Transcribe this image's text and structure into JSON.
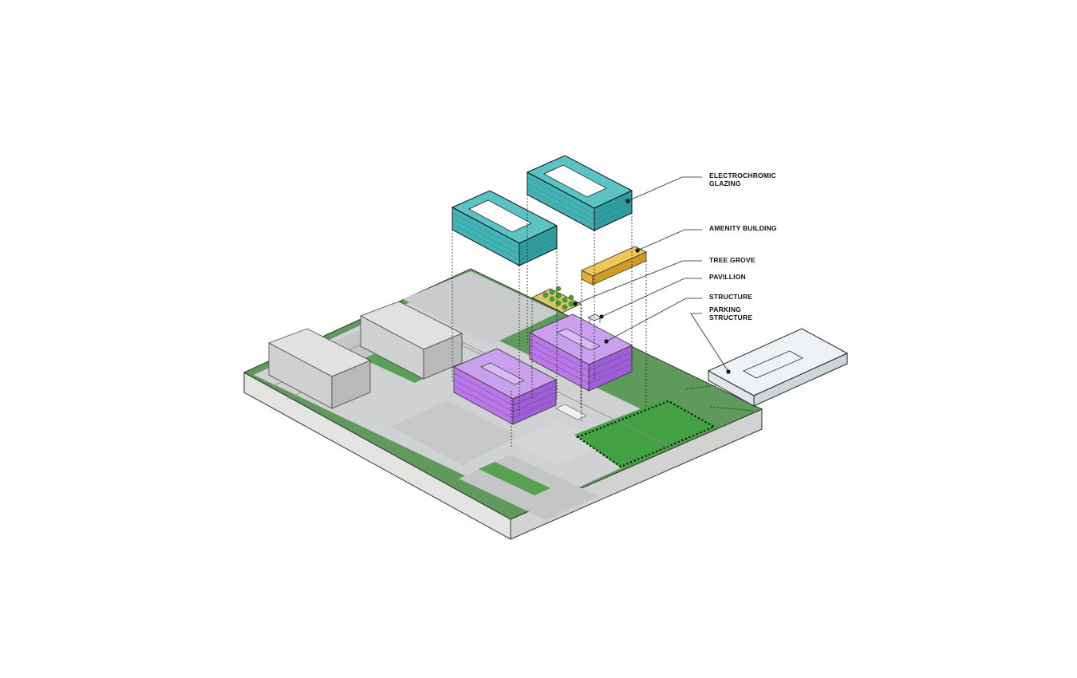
{
  "diagram": {
    "labels": {
      "electrochromic_glazing": [
        "ELECTROCHROMIC",
        "GLAZING"
      ],
      "amenity_building": "AMENITY BUILDING",
      "tree_grove": "TREE GROVE",
      "pavillion": "PAVILLION",
      "structure": "STRUCTURE",
      "parking_structure": [
        "PARKING",
        "STRUCTURE"
      ]
    },
    "colors": {
      "ground_green": "#5f9a5c",
      "lawn_green": "#3f9e3f",
      "paving_gray": "#c9cbcc",
      "existing_building": "#c4c6c6",
      "office_purple": "#c08be8",
      "glazing_teal": "#49b5b8",
      "amenity_yellow": "#e6b43c",
      "tree_green": "#4a9a3a",
      "parking_structure": "#e6ebee",
      "slab_side": "#e7e7e5"
    }
  }
}
